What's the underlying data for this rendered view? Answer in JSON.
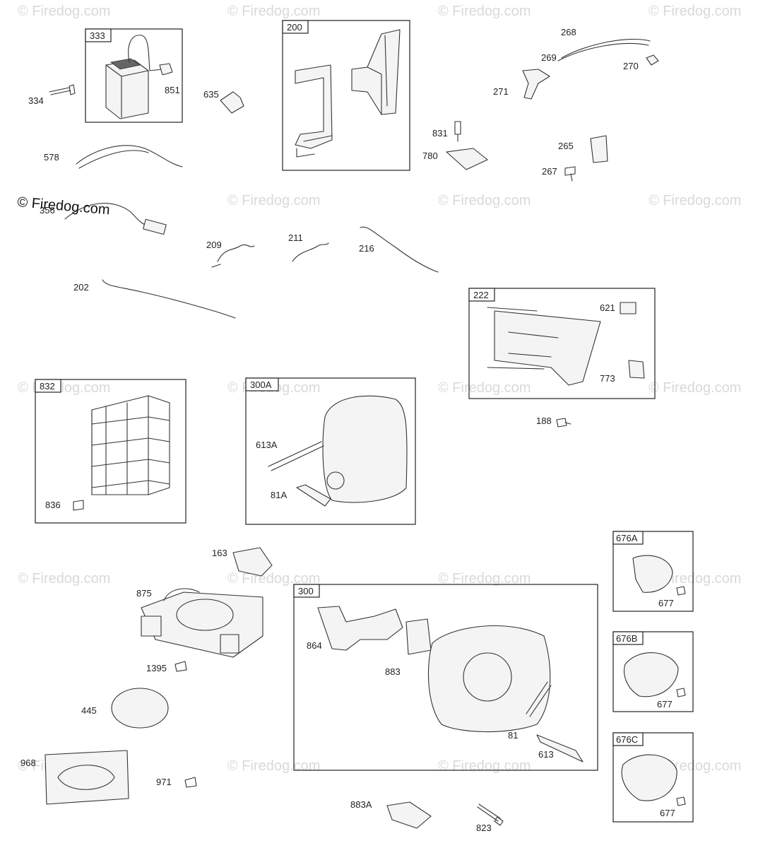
{
  "watermark": {
    "text": "© Firedog.com"
  },
  "boxes": {
    "b333": "333",
    "b200": "200",
    "b222": "222",
    "b832": "832",
    "b300A": "300A",
    "b300": "300",
    "b676A": "676A",
    "b676B": "676B",
    "b676C": "676C"
  },
  "callouts": {
    "c334": "334",
    "c851": "851",
    "c635": "635",
    "c578": "578",
    "c356": "356",
    "c209": "209",
    "c211": "211",
    "c216": "216",
    "c202": "202",
    "c268": "268",
    "c269": "269",
    "c270": "270",
    "c271": "271",
    "c831": "831",
    "c780": "780",
    "c265": "265",
    "c267": "267",
    "c621": "621",
    "c773": "773",
    "c188": "188",
    "c613A": "613A",
    "c81A": "81A",
    "c836": "836",
    "c163": "163",
    "c875": "875",
    "c1395": "1395",
    "c445": "445",
    "c968": "968",
    "c971": "971",
    "c864": "864",
    "c883": "883",
    "c81": "81",
    "c613": "613",
    "c883A": "883A",
    "c823": "823",
    "c677a": "677",
    "c677b": "677",
    "c677c": "677"
  }
}
